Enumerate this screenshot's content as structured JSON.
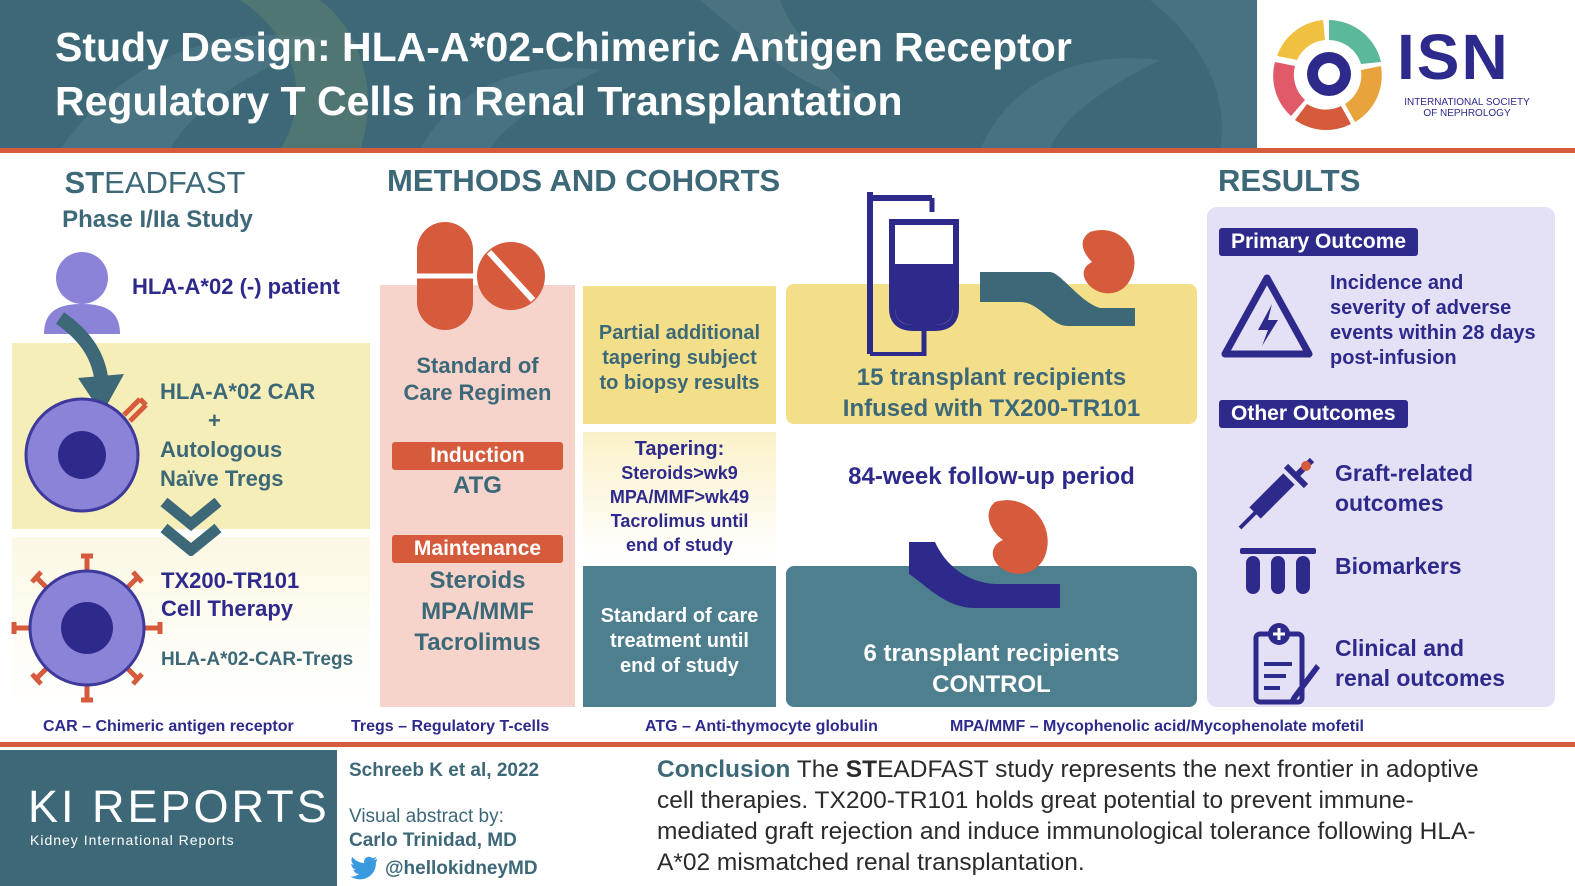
{
  "header": {
    "title_line1": "Study Design: HLA-A*02-Chimeric Antigen Receptor",
    "title_line2": "Regulatory T Cells in Renal Transplantation",
    "logo_acronym": "ISN",
    "logo_sub1": "INTERNATIONAL SOCIETY",
    "logo_sub2": "OF NEPHROLOGY"
  },
  "study": {
    "name_bold": "ST",
    "name_rest": "EADFAST",
    "phase": "Phase I/IIa Study",
    "patient": "HLA-A*02 (-) patient",
    "car_line1": "HLA-A*02 CAR",
    "plus": "+",
    "car_line2": "Autologous",
    "car_line3": "Naïve Tregs",
    "therapy_line1": "TX200-TR101",
    "therapy_line2": "Cell Therapy",
    "cells_label": "HLA-A*02-CAR-Tregs"
  },
  "methods": {
    "heading": "METHODS AND COHORTS",
    "soc_line1": "Standard of",
    "soc_line2": "Care Regimen",
    "induction_label": "Induction",
    "induction_value": "ATG",
    "maintenance_label": "Maintenance",
    "maint_1": "Steroids",
    "maint_2": "MPA/MMF",
    "maint_3": "Tacrolimus",
    "partial_1": "Partial additional",
    "partial_2": "tapering subject",
    "partial_3": "to biopsy results",
    "tapering_title": "Tapering:",
    "tapering_1": "Steroids>wk9",
    "tapering_2": "MPA/MMF>wk49",
    "tapering_3": "Tacrolimus until",
    "tapering_4": "end of study",
    "soc_treat_1": "Standard of care",
    "soc_treat_2": "treatment until",
    "soc_treat_3": "end of study",
    "infused_1": "15 transplant recipients",
    "infused_2": "Infused with TX200-TR101",
    "followup": "84-week follow-up period",
    "control_1": "6 transplant recipients",
    "control_2": "CONTROL"
  },
  "results": {
    "heading": "RESULTS",
    "primary_label": "Primary Outcome",
    "primary_1": "Incidence and",
    "primary_2": "severity of adverse",
    "primary_3": "events within 28 days",
    "primary_4": "post-infusion",
    "other_label": "Other Outcomes",
    "graft_1": "Graft-related",
    "graft_2": "outcomes",
    "biomarkers": "Biomarkers",
    "clinical_1": "Clinical and",
    "clinical_2": "renal outcomes"
  },
  "abbrev": {
    "car": "CAR – Chimeric antigen receptor",
    "tregs": "Tregs – Regulatory T-cells",
    "atg": "ATG – Anti-thymocyte globulin",
    "mpa": "MPA/MMF – Mycophenolic acid/Mycophenolate mofetil"
  },
  "footer": {
    "journal_logo": "KI REPORTS",
    "journal_sub": "Kidney International Reports",
    "citation": "Schreeb K et al, 2022",
    "va_label": "Visual abstract by:",
    "author": "Carlo Trinidad, MD",
    "handle": "@hellokidneyMD",
    "conclusion_label": "Conclusion",
    "conclusion_pre": " The ",
    "conclusion_bold": "ST",
    "conclusion_rest": "EADFAST study represents the next frontier in adoptive",
    "conclusion_line2": "cell therapies. TX200-TR101 holds great potential to prevent immune-",
    "conclusion_line3": "mediated graft rejection and induce immunological tolerance following HLA-",
    "conclusion_line4": "A*02 mismatched renal transplantation."
  },
  "colors": {
    "header_teal": "#3d6878",
    "accent_orange": "#d65a3c",
    "navy": "#2e2a8c",
    "pale_yellow": "#f6eeb8",
    "yellow": "#f3df8a",
    "pale_pink": "#f6d4cb",
    "lavender": "#e4e0f6",
    "purple_cell": "#8b83d8"
  }
}
